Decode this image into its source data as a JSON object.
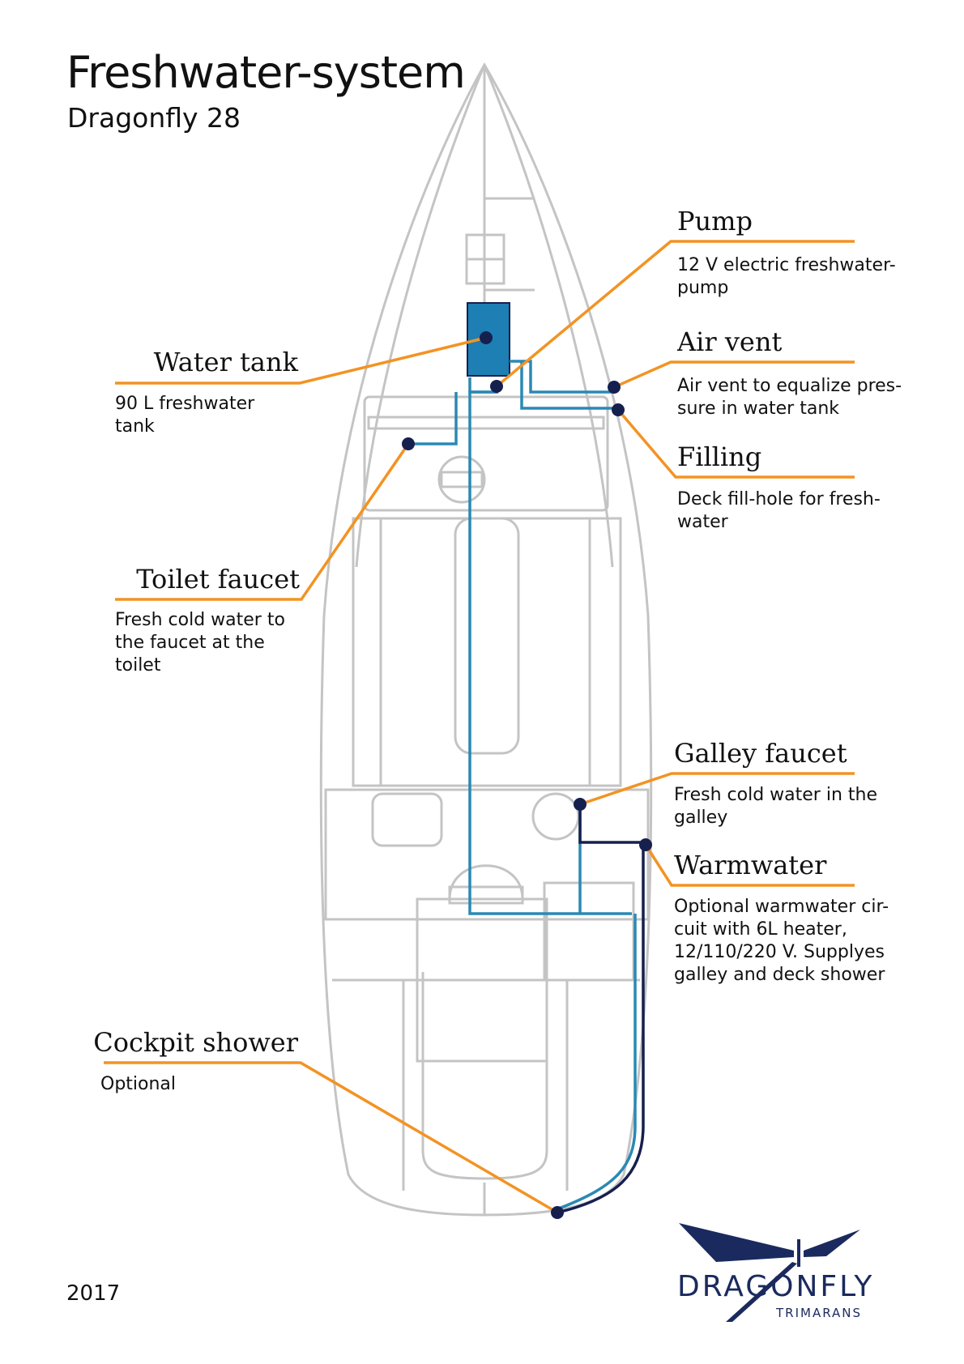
{
  "title": "Freshwater-system",
  "subtitle": "Dragonfly 28",
  "year": "2017",
  "brand": {
    "name": "DRAGONFLY",
    "sub": "TRIMARANS"
  },
  "callouts": {
    "water_tank": {
      "label": "Water tank",
      "desc": [
        "90 L freshwater",
        "tank"
      ]
    },
    "pump": {
      "label": "Pump",
      "desc": [
        "12 V electric freshwater-",
        "pump"
      ]
    },
    "air_vent": {
      "label": "Air vent",
      "desc": [
        "Air vent to equalize pres-",
        "sure in water tank"
      ]
    },
    "filling": {
      "label": "Filling",
      "desc": [
        "Deck fill-hole for fresh-",
        "water"
      ]
    },
    "toilet_faucet": {
      "label": "Toilet faucet",
      "desc": [
        "Fresh cold water to",
        "the faucet at the",
        "toilet"
      ]
    },
    "galley_faucet": {
      "label": "Galley faucet",
      "desc": [
        "Fresh cold water in the",
        "galley"
      ]
    },
    "warmwater": {
      "label": "Warmwater",
      "desc": [
        "Optional warmwater cir-",
        "cuit with 6L heater,",
        "12/110/220 V. Supplyes",
        "galley and deck shower"
      ]
    },
    "cockpit_shower": {
      "label": "Cockpit shower",
      "desc": [
        "Optional"
      ]
    }
  },
  "colors": {
    "callout": "#f39323",
    "cold_pipe": "#2a89b3",
    "warm_pipe": "#16204f",
    "tank": "#1d7fb3",
    "hull": "#c4c4c4",
    "brand": "#1b2a5e"
  }
}
